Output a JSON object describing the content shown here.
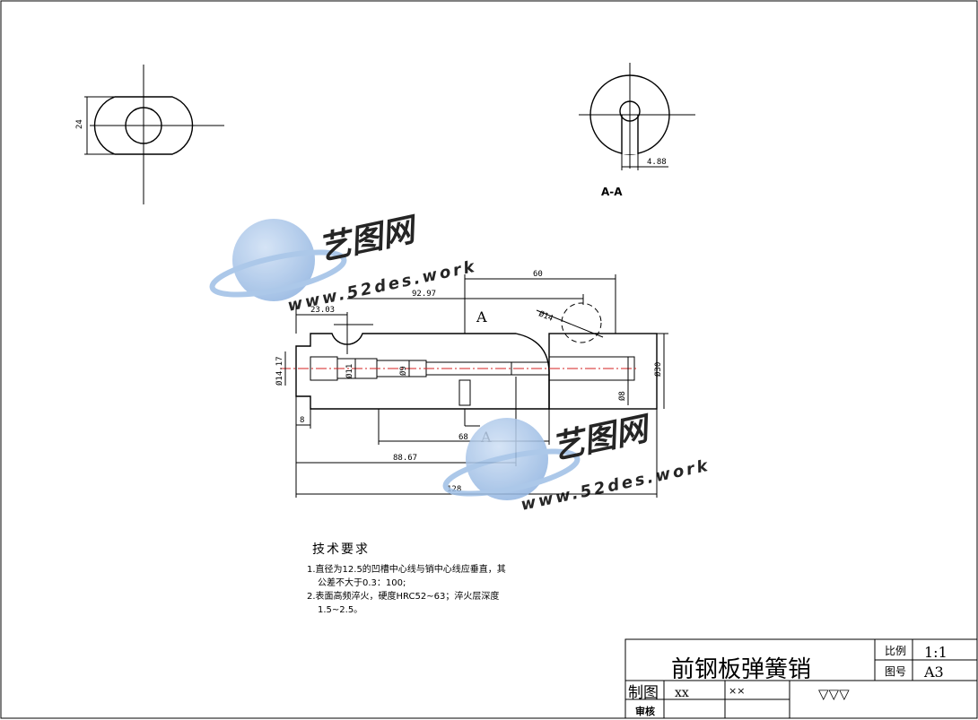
{
  "drawing": {
    "title": "前钢板弹簧销",
    "section_label": "A-A",
    "section_mark": "A"
  },
  "dimensions": {
    "top_width": "24",
    "slot_width": "4.88",
    "len_60": "60",
    "len_92_97": "92.97",
    "len_23_03": "23.03",
    "dia_14": "Ø14",
    "dia_14_17": "Ø14.17",
    "dia_11": "Ø11",
    "dia_9": "Ø9",
    "dia_30": "Ø30",
    "dia_8": "Ø8",
    "len_8": "8",
    "len_68": "68",
    "len_88_67": "88.67",
    "len_128": "128"
  },
  "notes": {
    "heading": "技术要求",
    "item1_line1": "1.直径为12.5的凹槽中心线与销中心线应垂直，其",
    "item1_line2": "公差不大于0.3：100;",
    "item2_line1": "2.表面高频淬火，硬度HRC52~63；淬火层深度",
    "item2_line2": "1.5~2.5。"
  },
  "title_block": {
    "scale_label": "比例",
    "scale_value": "1:1",
    "drawing_no_label": "图号",
    "drawing_no_value": "A3",
    "drawn_by_label": "制图",
    "drawn_by_value": "xx",
    "date_value": "××",
    "roughness": "▽▽▽",
    "checked_by_label": "审核"
  },
  "watermark": {
    "brand": "艺图网",
    "url": "www.52des.work"
  },
  "colors": {
    "watermark": "#9ebfe6",
    "centerline": "#d42020"
  }
}
